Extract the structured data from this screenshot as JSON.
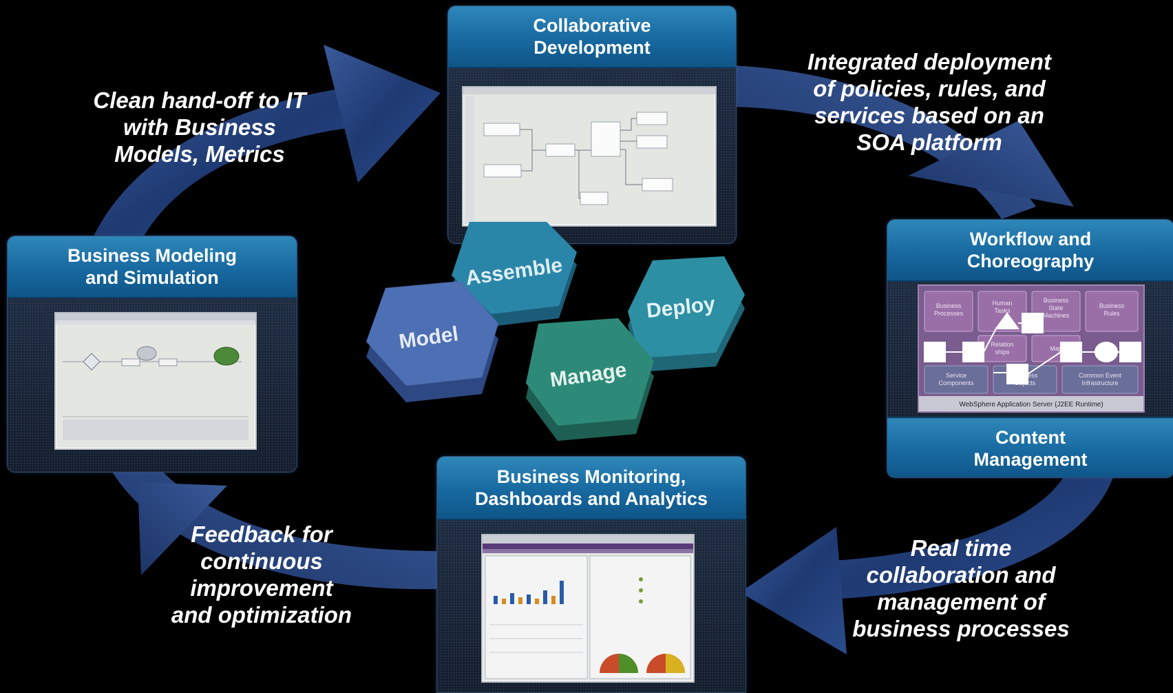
{
  "panels": {
    "collab": "Collaborative\nDevelopment",
    "workflow": "Workflow and\nChoreography",
    "content": "Content\nManagement",
    "modeling": "Business Modeling\nand Simulation",
    "monitoring": "Business Monitoring,\nDashboards and Analytics"
  },
  "captions": {
    "top_left": "Clean hand-off to IT\nwith Business\nModels, Metrics",
    "top_right": "Integrated deployment\nof policies, rules, and\nservices based on an\nSOA platform",
    "bottom_left": "Feedback for\ncontinuous\nimprovement\nand optimization",
    "bottom_right": "Real time\ncollaboration and\nmanagement of\nbusiness processes"
  },
  "hexagons": {
    "assemble": "Assemble",
    "deploy": "Deploy",
    "model": "Model",
    "manage": "Manage"
  },
  "workflow_diagram": {
    "cells_top": [
      "Business\nProcesses",
      "Human\nTasks",
      "Business\nState\nMachines",
      "Business\nRules"
    ],
    "cells_mid": [
      "Relation\nships",
      "Map"
    ],
    "cells_bottom": [
      "Service\nComponents",
      "Business\nObjects",
      "Common Event\nInfrastructure"
    ],
    "server_bar": "WebSphere Application Server (J2EE Runtime)"
  },
  "colors": {
    "arrow": "#243f78",
    "header": "#1769a0",
    "hex_model": "#4d6fb3",
    "hex_assemble": "#2a86a8",
    "hex_deploy": "#2d8fa3",
    "hex_manage": "#2e8a78"
  }
}
